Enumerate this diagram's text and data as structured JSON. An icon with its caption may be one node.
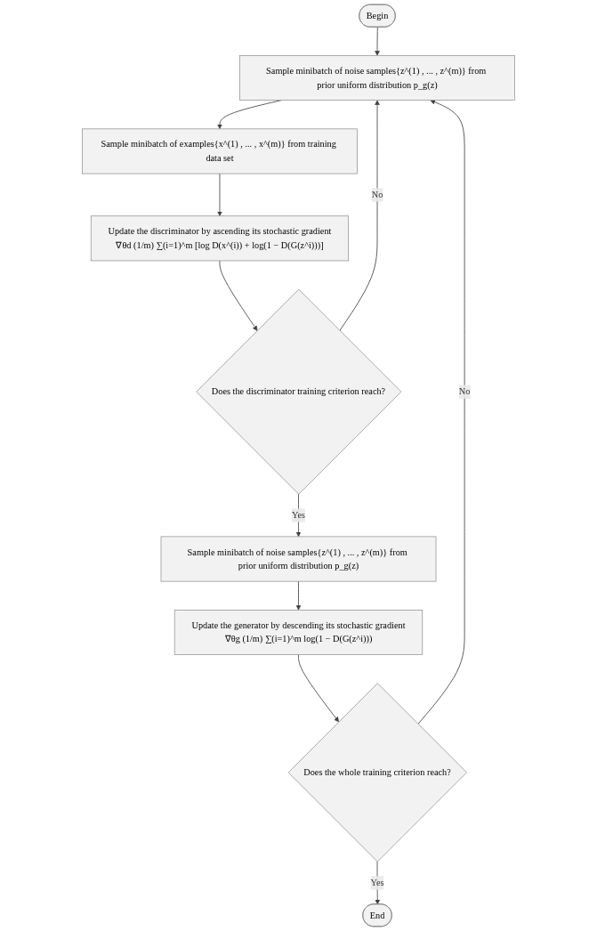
{
  "diagram": {
    "nodes": [
      {
        "text": [
          "Begin"
        ]
      },
      {
        "text": [
          "Sample minibatch of noise samples{z^(1) , ... , z^(m)} from prior uniform distribution p_g(z)"
        ]
      },
      {
        "text": [
          "Sample minibatch of examples{x^(1) , ... , x^(m)} from training data set"
        ]
      },
      {
        "text": [
          "Update the discriminator by ascending its stochastic gradient",
          "∇θd (1/m) ∑(i=1)^m [log D(x^(i)) + log(1 − D(G(z^i)))]"
        ]
      },
      {
        "text": [
          "Does the discriminator training criterion reach?"
        ]
      },
      {
        "text": [
          "Sample minibatch of noise samples{z^(1) , ... , z^(m)} from prior uniform distribution p_g(z)"
        ]
      },
      {
        "text": [
          "Update the generator by descending its stochastic gradient",
          "∇θg (1/m) ∑(i=1)^m log(1 − D(G(z^i)))"
        ]
      },
      {
        "text": [
          "Does the whole training criterion reach?"
        ]
      },
      {
        "text": [
          "End"
        ]
      }
    ],
    "edges": [
      {
        "from": 0,
        "to": 1,
        "arrow": "to"
      },
      {
        "from": 1,
        "to": 2,
        "arrow": "to"
      },
      {
        "from": 2,
        "to": 3,
        "arrow": "to"
      },
      {
        "from": 3,
        "to": 4,
        "arrow": "to"
      },
      {
        "from": 4,
        "to": 5,
        "label": "Yes",
        "arrow": "to"
      },
      {
        "from": 4,
        "to": 1,
        "label": "No",
        "arrow": "to"
      },
      {
        "from": 5,
        "to": 6,
        "arrow": "to"
      },
      {
        "from": 6,
        "to": 7,
        "arrow": "to"
      },
      {
        "from": 7,
        "to": 8,
        "label": "Yes",
        "arrow": "to"
      },
      {
        "from": 7,
        "to": 1,
        "label": "No",
        "arrow": "to"
      }
    ]
  }
}
